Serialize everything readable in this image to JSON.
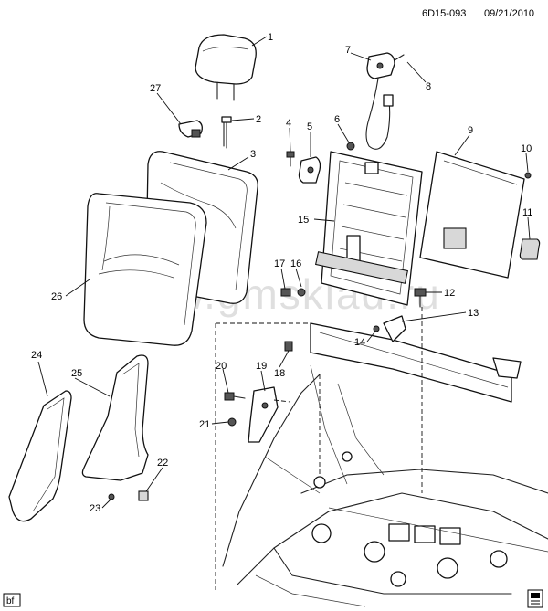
{
  "header": {
    "code": "6D15-093",
    "date": "09/21/2010"
  },
  "watermark": "www.gmsklad.ru",
  "footer": {
    "left_label": "bf",
    "right_icon": "document-stack-icon"
  },
  "callouts": [
    "1",
    "2",
    "3",
    "4",
    "5",
    "6",
    "7",
    "8",
    "9",
    "10",
    "11",
    "12",
    "13",
    "14",
    "15",
    "16",
    "17",
    "18",
    "19",
    "20",
    "21",
    "22",
    "23",
    "24",
    "25",
    "26",
    "27"
  ]
}
